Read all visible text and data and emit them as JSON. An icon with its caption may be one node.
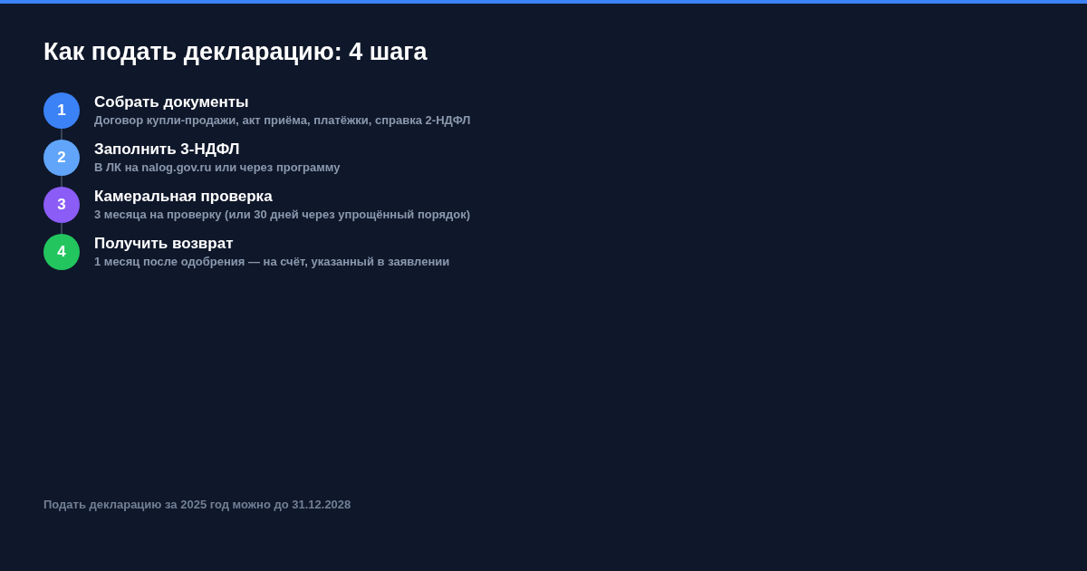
{
  "diagram": {
    "title": "Как подать декларацию: 4 шага",
    "nodes": [
      {
        "text": [
          "1"
        ],
        "beside": [
          "Собрать документы",
          "Договор купли-продажи, акт приёма, платёжки, справка 2-НДФЛ"
        ]
      },
      {
        "text": [
          "2"
        ],
        "beside": [
          "Заполнить 3-НДФЛ",
          "В ЛК на nalog.gov.ru или через программу"
        ]
      },
      {
        "text": [
          "3"
        ],
        "beside": [
          "Камеральная проверка",
          "3 месяца на проверку (или 30 дней через упрощённый порядок)"
        ]
      },
      {
        "text": [
          "4"
        ],
        "beside": [
          "Получить возврат",
          "1 месяц после одобрения — на счёт, указанный в заявлении"
        ]
      }
    ],
    "edges": [
      {
        "from": 0,
        "to": 1,
        "arrow": "none"
      },
      {
        "from": 1,
        "to": 2,
        "arrow": "none"
      },
      {
        "from": 2,
        "to": 3,
        "arrow": "none"
      }
    ],
    "labels": [
      "Подать декларацию за 2025 год можно до 31.12.2028"
    ]
  }
}
